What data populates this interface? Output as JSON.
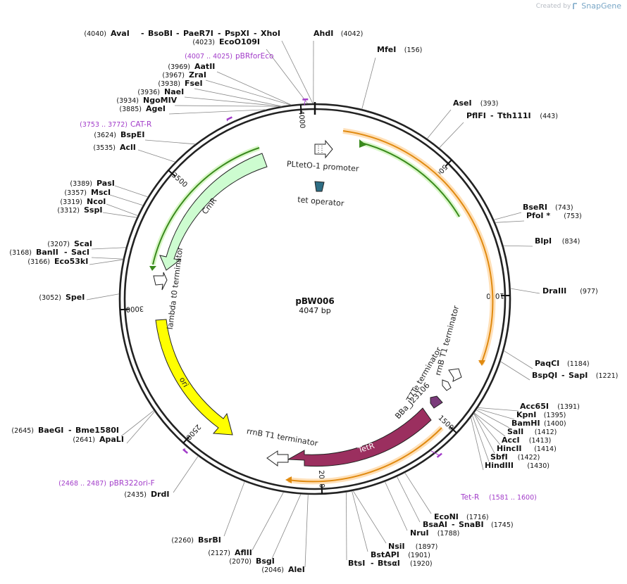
{
  "credit": {
    "prefix": "Created by",
    "brand": "SnapGene"
  },
  "plasmid": {
    "name": "pBW006",
    "size_label": "4047 bp",
    "length": 4047
  },
  "ticks": [
    500,
    1000,
    1500,
    2000,
    2500,
    3000,
    3500,
    4000
  ],
  "sites": [
    {
      "name": "AvaI",
      "pos": "(4040)",
      "bp": 4040
    },
    {
      "name": "BsoBI",
      "pos": "",
      "bp": 4040
    },
    {
      "name": "PaeR7I",
      "pos": "",
      "bp": 4040
    },
    {
      "name": "PspXI",
      "pos": "",
      "bp": 4040
    },
    {
      "name": "XhoI",
      "pos": "",
      "bp": 4040
    },
    {
      "name": "EcoO109I",
      "pos": "(4023)",
      "bp": 4023
    },
    {
      "name": "AhdI",
      "pos": "(4042)",
      "bp": 4042
    },
    {
      "name": "MfeI",
      "pos": "(156)",
      "bp": 156
    },
    {
      "name": "AatII",
      "pos": "(3969)",
      "bp": 3969
    },
    {
      "name": "ZraI",
      "pos": "(3967)",
      "bp": 3967
    },
    {
      "name": "FseI",
      "pos": "(3938)",
      "bp": 3938
    },
    {
      "name": "NaeI",
      "pos": "(3936)",
      "bp": 3936
    },
    {
      "name": "NgoMIV",
      "pos": "(3934)",
      "bp": 3934
    },
    {
      "name": "AgeI",
      "pos": "(3885)",
      "bp": 3885
    },
    {
      "name": "AseI",
      "pos": "(393)",
      "bp": 393
    },
    {
      "name": "PflFI",
      "pos": "",
      "bp": 443
    },
    {
      "name": "Tth111I",
      "pos": "(443)",
      "bp": 443
    },
    {
      "name": "BspEI",
      "pos": "(3624)",
      "bp": 3624
    },
    {
      "name": "AclI",
      "pos": "(3535)",
      "bp": 3535
    },
    {
      "name": "PasI",
      "pos": "(3389)",
      "bp": 3389
    },
    {
      "name": "MscI",
      "pos": "(3357)",
      "bp": 3357
    },
    {
      "name": "NcoI",
      "pos": "(3319)",
      "bp": 3319
    },
    {
      "name": "SspI",
      "pos": "(3312)",
      "bp": 3312
    },
    {
      "name": "BseRI",
      "pos": "(743)",
      "bp": 743
    },
    {
      "name": "PfoI *",
      "pos": "(753)",
      "bp": 753
    },
    {
      "name": "BlpI",
      "pos": "(834)",
      "bp": 834
    },
    {
      "name": "ScaI",
      "pos": "(3207)",
      "bp": 3207
    },
    {
      "name": "BanII",
      "pos": "(3168)",
      "bp": 3168
    },
    {
      "name": "SacI",
      "pos": "",
      "bp": 3168
    },
    {
      "name": "Eco53kI",
      "pos": "(3166)",
      "bp": 3166
    },
    {
      "name": "DraIII",
      "pos": "(977)",
      "bp": 977
    },
    {
      "name": "SpeI",
      "pos": "(3052)",
      "bp": 3052
    },
    {
      "name": "PaqCI",
      "pos": "(1184)",
      "bp": 1184
    },
    {
      "name": "BspQI",
      "pos": "",
      "bp": 1221
    },
    {
      "name": "SapI",
      "pos": "(1221)",
      "bp": 1221
    },
    {
      "name": "Acc65I",
      "pos": "(1391)",
      "bp": 1391
    },
    {
      "name": "KpnI",
      "pos": "(1395)",
      "bp": 1395
    },
    {
      "name": "BamHI",
      "pos": "(1400)",
      "bp": 1400
    },
    {
      "name": "SalI",
      "pos": "(1412)",
      "bp": 1412
    },
    {
      "name": "AccI",
      "pos": "(1413)",
      "bp": 1413
    },
    {
      "name": "HincII",
      "pos": "(1414)",
      "bp": 1414
    },
    {
      "name": "SbfI",
      "pos": "(1422)",
      "bp": 1422
    },
    {
      "name": "HindIII",
      "pos": "(1430)",
      "bp": 1430
    },
    {
      "name": "BaeGI",
      "pos": "(2645)",
      "bp": 2645
    },
    {
      "name": "Bme1580I",
      "pos": "",
      "bp": 2645
    },
    {
      "name": "ApaLI",
      "pos": "(2641)",
      "bp": 2641
    },
    {
      "name": "DrdI",
      "pos": "(2435)",
      "bp": 2435
    },
    {
      "name": "EcoNI",
      "pos": "(1716)",
      "bp": 1716
    },
    {
      "name": "BsaAI",
      "pos": "",
      "bp": 1745
    },
    {
      "name": "SnaBI",
      "pos": "(1745)",
      "bp": 1745
    },
    {
      "name": "NruI",
      "pos": "(1788)",
      "bp": 1788
    },
    {
      "name": "BsrBI",
      "pos": "(2260)",
      "bp": 2260
    },
    {
      "name": "AflII",
      "pos": "(2127)",
      "bp": 2127
    },
    {
      "name": "BsgI",
      "pos": "(2070)",
      "bp": 2070
    },
    {
      "name": "AleI",
      "pos": "(2046)",
      "bp": 2046
    },
    {
      "name": "NsiI",
      "pos": "(1897)",
      "bp": 1897
    },
    {
      "name": "BstAPI",
      "pos": "(1901)",
      "bp": 1901
    },
    {
      "name": "BtsI",
      "pos": "",
      "bp": 1920
    },
    {
      "name": "BtsαI",
      "pos": "(1920)",
      "bp": 1920
    }
  ],
  "primers": [
    {
      "name": "pBRforEco",
      "range": "(4007 .. 4025)",
      "start": 4007,
      "end": 4025
    },
    {
      "name": "CAT-R",
      "range": "(3753 .. 3772)",
      "start": 3753,
      "end": 3772
    },
    {
      "name": "pBR322ori-F",
      "range": "(2468 .. 2487)",
      "start": 2468,
      "end": 2487
    },
    {
      "name": "Tet-R",
      "range": "(1581 .. 1600)",
      "start": 1581,
      "end": 1600
    }
  ],
  "features": [
    {
      "name": "CmR",
      "start": 3730,
      "end": 3110,
      "color": "#cdfcd0"
    },
    {
      "name": "ori",
      "start": 2990,
      "end": 2410,
      "color": "#ffff00"
    },
    {
      "name": "TetR",
      "start": 1780,
      "end": 2110,
      "color": "#9b2f5f"
    },
    {
      "name": "PLtetO-1 promoter",
      "color": "#ffffff"
    },
    {
      "name": "tet operator",
      "color": "#2e6e85"
    },
    {
      "name": "lambda t0 terminator",
      "color": "#ffffff"
    },
    {
      "name": "rrnB T1 terminator",
      "color": "#ffffff"
    },
    {
      "name": "T7Te terminator",
      "color": "#ffffff"
    },
    {
      "name": "BBa_J23106",
      "color": "#7a3a7a"
    },
    {
      "name": "rrnB T1 terminator",
      "color": "#ffffff"
    }
  ],
  "colors": {
    "backbone": "#222222",
    "orf_green": "#3a8a1d",
    "orf_orange": "#e08a10",
    "primer": "#a23cc9"
  }
}
